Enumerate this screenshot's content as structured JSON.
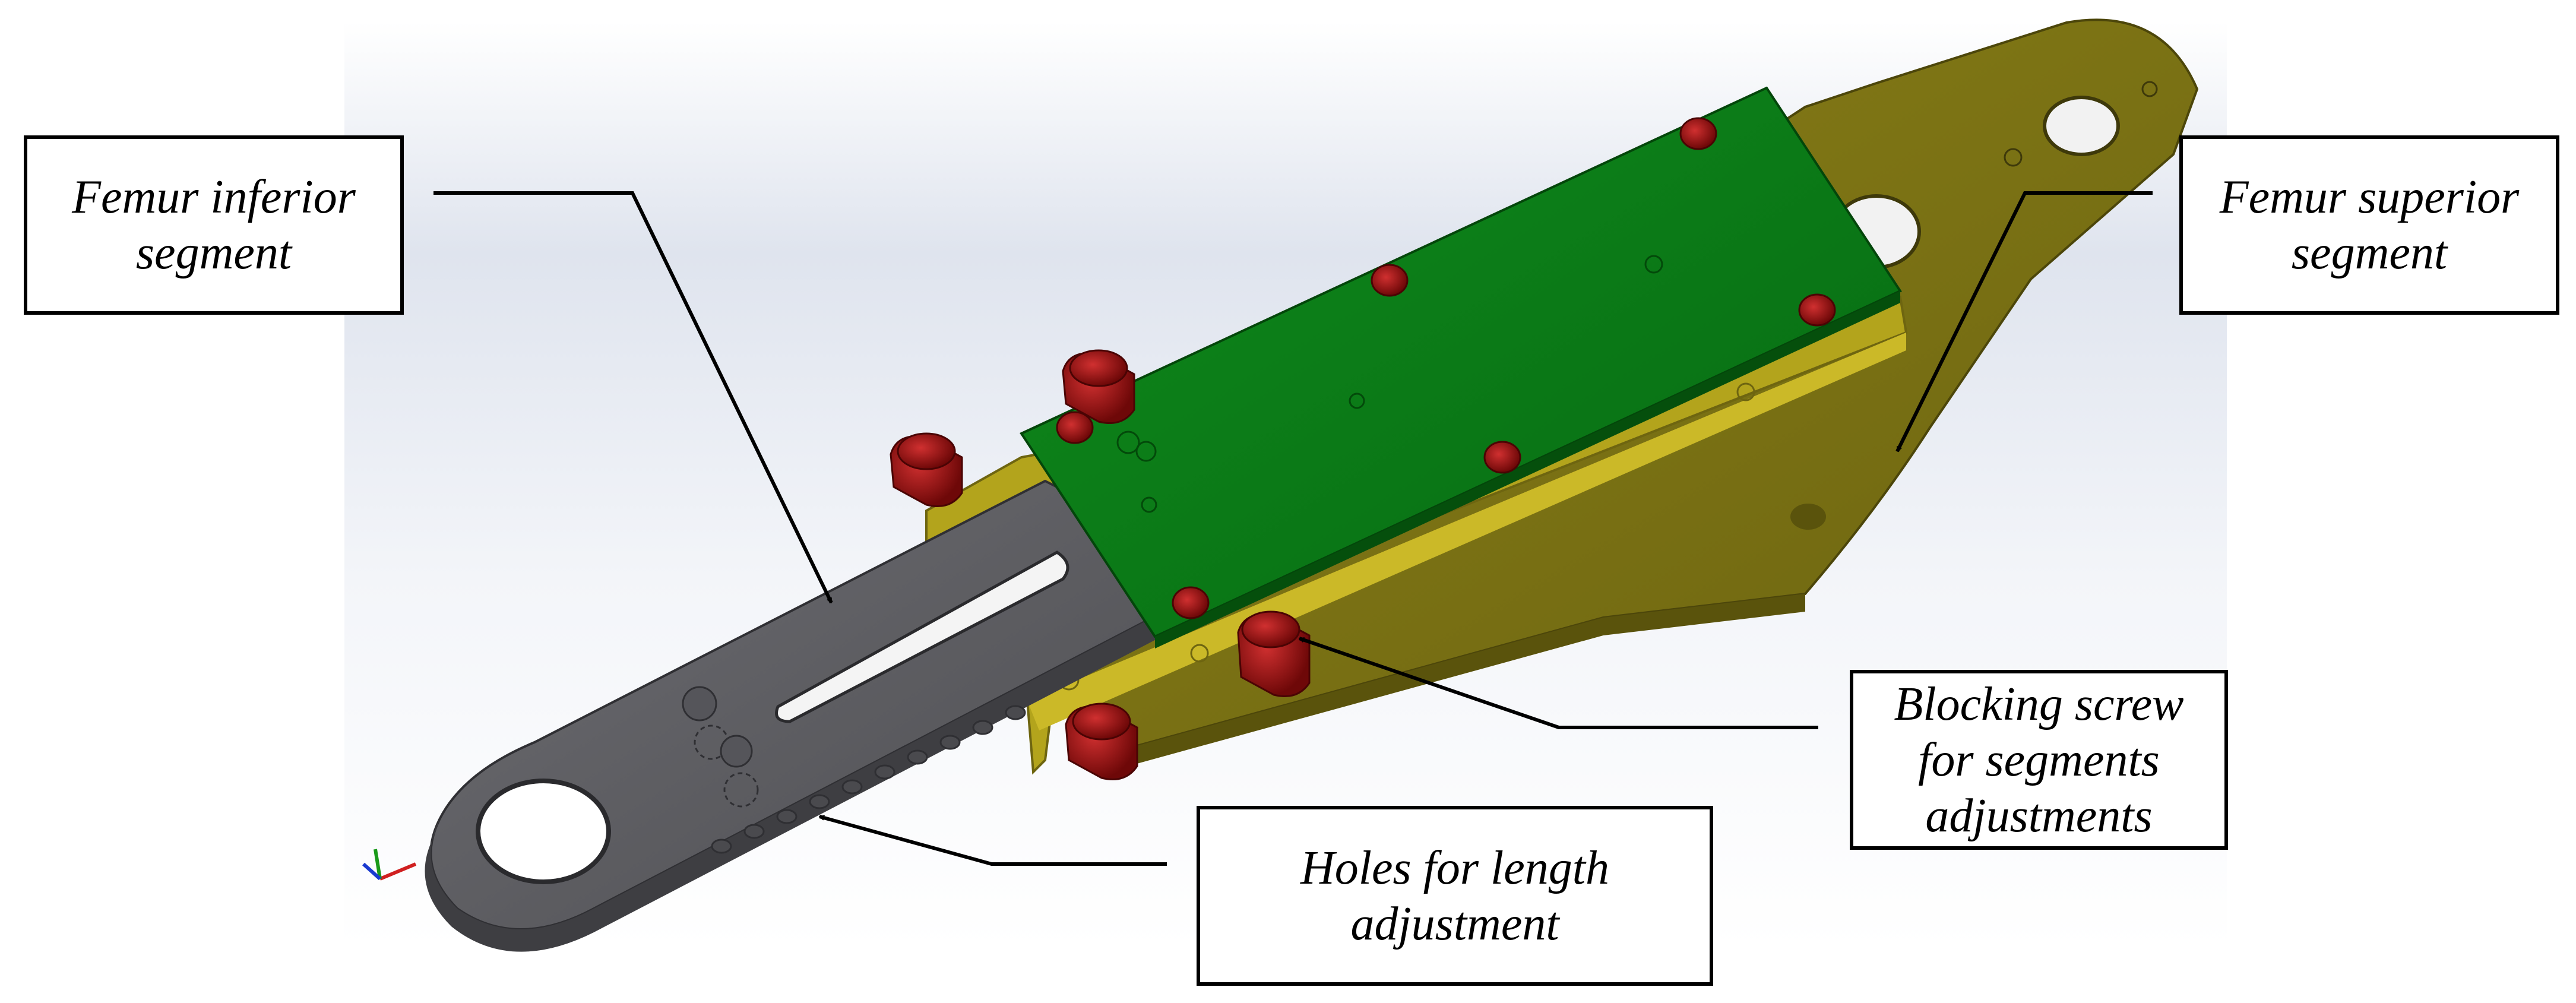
{
  "labels": {
    "femur_inferior": [
      "Femur inferior",
      "segment"
    ],
    "femur_superior": [
      "Femur superior",
      "segment"
    ],
    "blocking_screw": [
      "Blocking screw",
      "for segments",
      "adjustments"
    ],
    "holes_length": [
      "Holes for length",
      "adjustment"
    ]
  },
  "colors": {
    "inferior_segment": "#5a5a5e",
    "superior_segment": "#7e7416",
    "slider_block": "#b5a51e",
    "plate": "#0d7a17",
    "screws": "#9b1010",
    "background_top": "#e6eaf1",
    "background_bottom": "#ffffff"
  },
  "icons": [
    "axis-triad-icon"
  ]
}
